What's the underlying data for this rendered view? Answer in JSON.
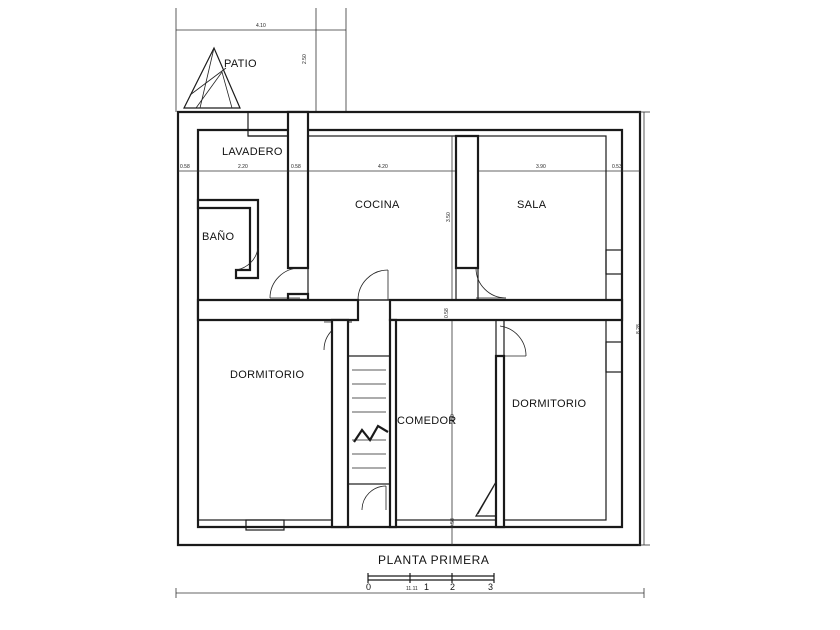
{
  "title": "PLANTA PRIMERA",
  "rooms": {
    "patio": "PATIO",
    "lavadero": "LAVADERO",
    "bano": "BAÑO",
    "cocina": "COCINA",
    "sala": "SALA",
    "dormitorio_left": "DORMITORIO",
    "comedor": "COMEDOR",
    "dormitorio_right": "DORMITORIO"
  },
  "dimensions": {
    "patio_width": "4.10",
    "patio_depth": "2.50",
    "left_margin": "0.58",
    "lavadero_width": "2.20",
    "wall_a": "0.58",
    "cocina_width": "4.20",
    "sala_width": "3.90",
    "right_margin": "0.53",
    "wall_b": "0.58",
    "cocina_depth": "3.50",
    "corridor": "0.58",
    "comedor_depth": "5.50",
    "bottom": "0.58",
    "total_height": "8.28",
    "total_width": "11.11"
  },
  "scale": {
    "ticks": [
      "0",
      "1",
      "2",
      "3"
    ]
  }
}
